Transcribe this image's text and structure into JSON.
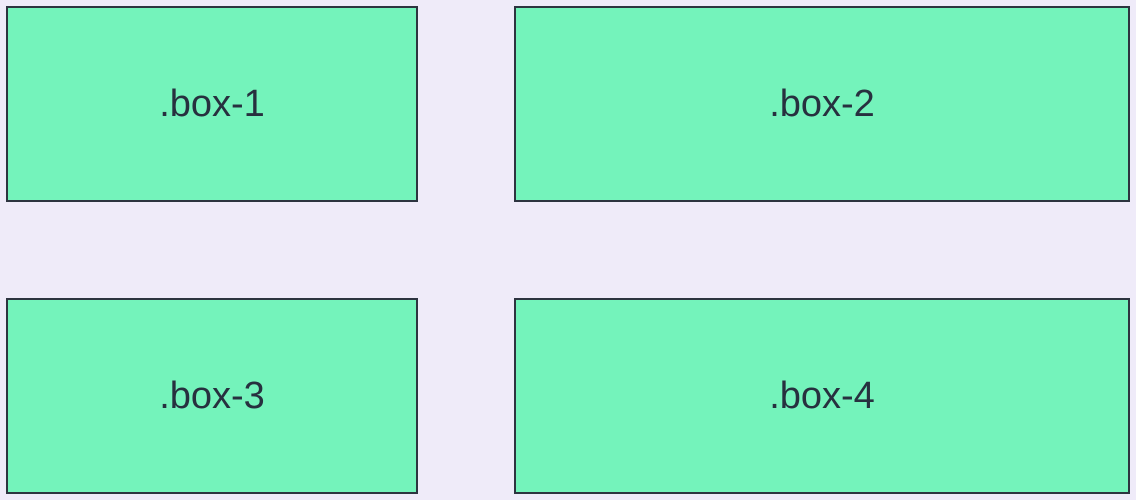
{
  "boxes": {
    "box1": {
      "label": ".box-1"
    },
    "box2": {
      "label": ".box-2"
    },
    "box3": {
      "label": ".box-3"
    },
    "box4": {
      "label": ".box-4"
    }
  },
  "colors": {
    "background": "#efebf9",
    "box_fill": "#74f3bb",
    "box_border": "#2d3440",
    "text": "#27303f"
  }
}
